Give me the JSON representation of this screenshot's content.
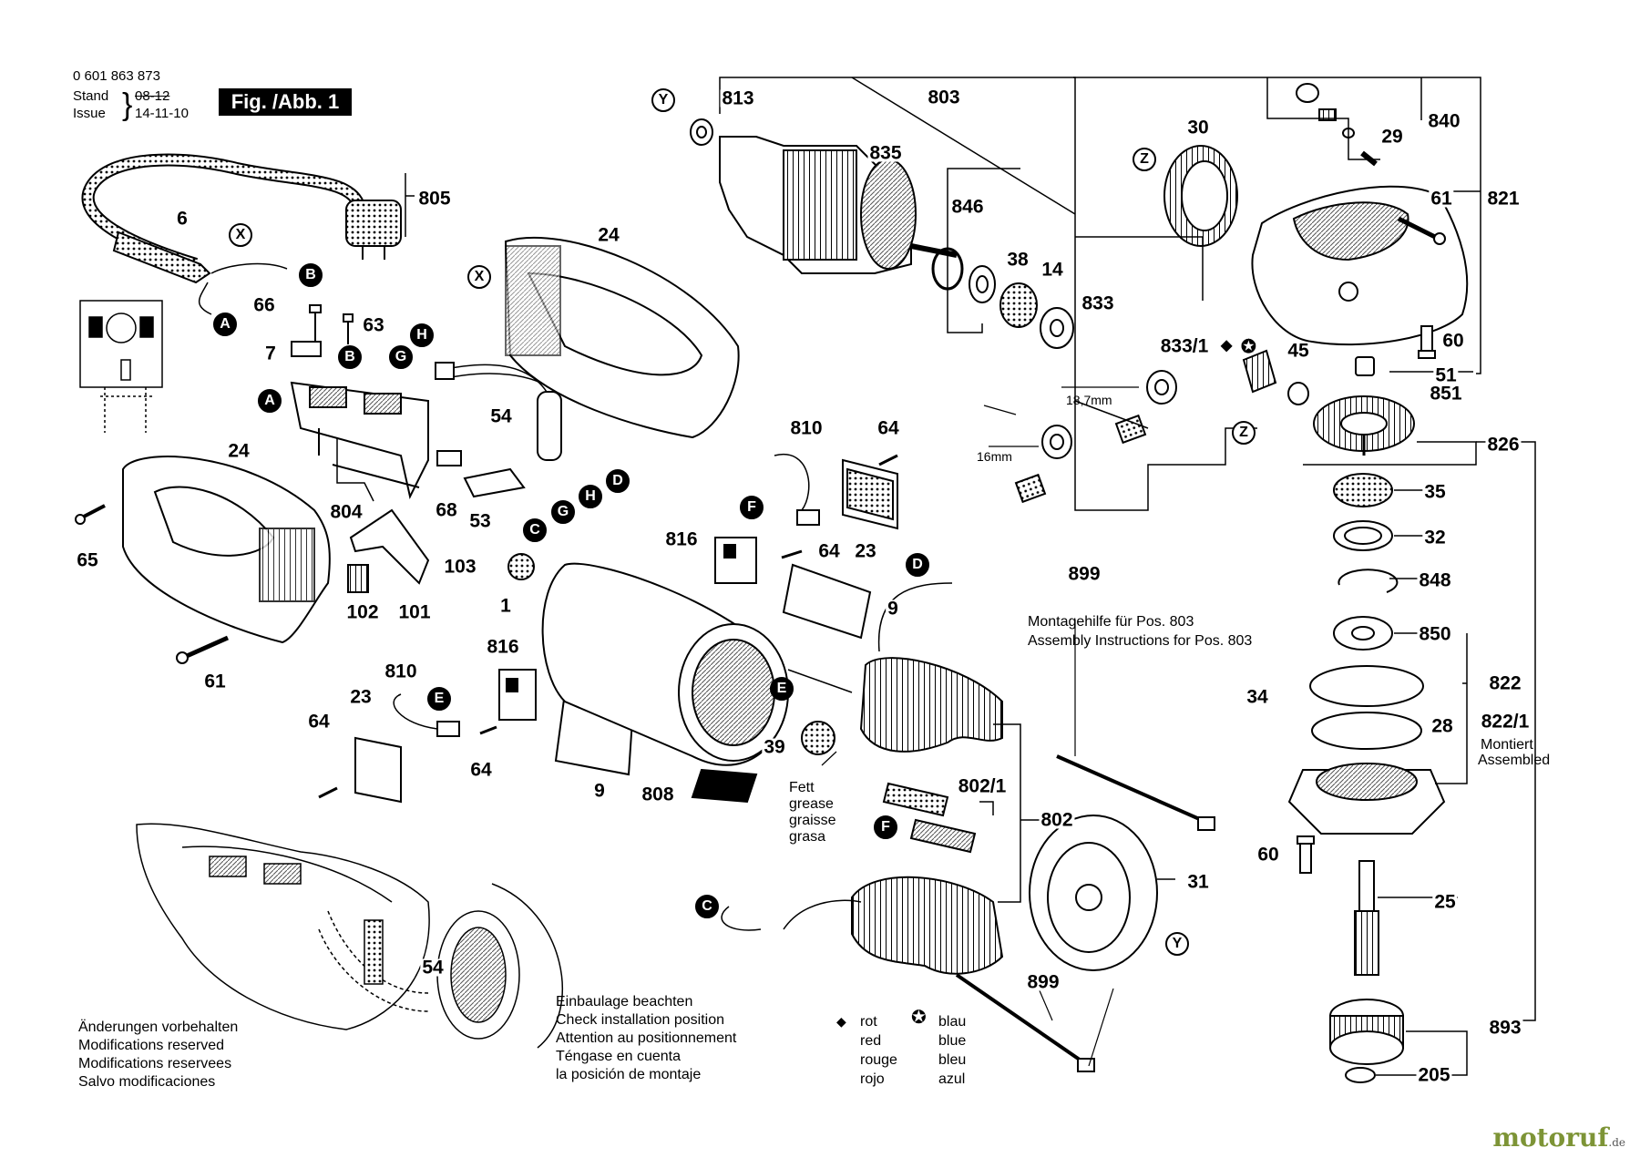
{
  "header": {
    "part_number": "0 601 863 873",
    "stand_label": "Stand",
    "stand_value": "08-12",
    "issue_label": "Issue",
    "issue_value": "14-11-10",
    "figure_label": "Fig. /Abb. 1"
  },
  "part_labels": [
    {
      "id": "805",
      "text": "805"
    },
    {
      "id": "6",
      "text": "6"
    },
    {
      "id": "24a",
      "text": "24"
    },
    {
      "id": "24b",
      "text": "24"
    },
    {
      "id": "66",
      "text": "66"
    },
    {
      "id": "63",
      "text": "63"
    },
    {
      "id": "7",
      "text": "7"
    },
    {
      "id": "54a",
      "text": "54"
    },
    {
      "id": "65",
      "text": "65"
    },
    {
      "id": "804",
      "text": "804"
    },
    {
      "id": "68",
      "text": "68"
    },
    {
      "id": "53",
      "text": "53"
    },
    {
      "id": "102",
      "text": "102"
    },
    {
      "id": "101",
      "text": "101"
    },
    {
      "id": "61a",
      "text": "61"
    },
    {
      "id": "103",
      "text": "103"
    },
    {
      "id": "1",
      "text": "1"
    },
    {
      "id": "810a",
      "text": "810"
    },
    {
      "id": "64a",
      "text": "64"
    },
    {
      "id": "816a",
      "text": "816"
    },
    {
      "id": "64b",
      "text": "64"
    },
    {
      "id": "23a",
      "text": "23"
    },
    {
      "id": "9a",
      "text": "9"
    },
    {
      "id": "810b",
      "text": "810"
    },
    {
      "id": "816b",
      "text": "816"
    },
    {
      "id": "23b",
      "text": "23"
    },
    {
      "id": "64c",
      "text": "64"
    },
    {
      "id": "64d",
      "text": "64"
    },
    {
      "id": "9b",
      "text": "9"
    },
    {
      "id": "808",
      "text": "808"
    },
    {
      "id": "39",
      "text": "39"
    },
    {
      "id": "813",
      "text": "813"
    },
    {
      "id": "803",
      "text": "803"
    },
    {
      "id": "835",
      "text": "835"
    },
    {
      "id": "846",
      "text": "846"
    },
    {
      "id": "38",
      "text": "38"
    },
    {
      "id": "14",
      "text": "14"
    },
    {
      "id": "833",
      "text": "833"
    },
    {
      "id": "833_1",
      "text": "833/1"
    },
    {
      "id": "30",
      "text": "30"
    },
    {
      "id": "840",
      "text": "840"
    },
    {
      "id": "29",
      "text": "29"
    },
    {
      "id": "61b",
      "text": "61"
    },
    {
      "id": "821",
      "text": "821"
    },
    {
      "id": "60a",
      "text": "60"
    },
    {
      "id": "45",
      "text": "45"
    },
    {
      "id": "51",
      "text": "51"
    },
    {
      "id": "851",
      "text": "851"
    },
    {
      "id": "826",
      "text": "826"
    },
    {
      "id": "35",
      "text": "35"
    },
    {
      "id": "32",
      "text": "32"
    },
    {
      "id": "848",
      "text": "848"
    },
    {
      "id": "850",
      "text": "850"
    },
    {
      "id": "822",
      "text": "822"
    },
    {
      "id": "34",
      "text": "34"
    },
    {
      "id": "28",
      "text": "28"
    },
    {
      "id": "822_1",
      "text": "822/1"
    },
    {
      "id": "60b",
      "text": "60"
    },
    {
      "id": "25",
      "text": "25"
    },
    {
      "id": "893",
      "text": "893"
    },
    {
      "id": "205",
      "text": "205"
    },
    {
      "id": "899a",
      "text": "899"
    },
    {
      "id": "899b",
      "text": "899"
    },
    {
      "id": "802_1",
      "text": "802/1"
    },
    {
      "id": "802",
      "text": "802"
    },
    {
      "id": "31",
      "text": "31"
    },
    {
      "id": "54b",
      "text": "54"
    }
  ],
  "callouts": [
    {
      "id": "X1",
      "text": "X"
    },
    {
      "id": "X2",
      "text": "X"
    },
    {
      "id": "B1",
      "text": "B"
    },
    {
      "id": "B2",
      "text": "B"
    },
    {
      "id": "A1",
      "text": "A"
    },
    {
      "id": "A2",
      "text": "A"
    },
    {
      "id": "H1",
      "text": "H"
    },
    {
      "id": "H2",
      "text": "H"
    },
    {
      "id": "G1",
      "text": "G"
    },
    {
      "id": "G2",
      "text": "G"
    },
    {
      "id": "C1",
      "text": "C"
    },
    {
      "id": "C2",
      "text": "C"
    },
    {
      "id": "D1",
      "text": "D"
    },
    {
      "id": "D2",
      "text": "D"
    },
    {
      "id": "F1",
      "text": "F"
    },
    {
      "id": "F2",
      "text": "F"
    },
    {
      "id": "E1",
      "text": "E"
    },
    {
      "id": "E2",
      "text": "E"
    },
    {
      "id": "Y1",
      "text": "Y"
    },
    {
      "id": "Y2",
      "text": "Y"
    },
    {
      "id": "Z1",
      "text": "Z"
    },
    {
      "id": "Z2",
      "text": "Z"
    }
  ],
  "dimensions": {
    "d1": "18,7mm",
    "d2": "16mm"
  },
  "side_notes": {
    "montiert": "Montiert",
    "assembled": "Assembled",
    "assembly_de": "Montagehilfe für Pos. 803",
    "assembly_en": "Assembly Instructions for Pos. 803",
    "fett": [
      "Fett",
      "grease",
      "graisse",
      "grasa"
    ]
  },
  "install_note": [
    "Einbaulage beachten",
    "Check installation position",
    "Attention au positionnement",
    "Téngase en cuenta",
    "la posición de montaje"
  ],
  "legend": {
    "red_words": [
      "rot",
      "red",
      "rouge",
      "rojo"
    ],
    "blue_words": [
      "blau",
      "blue",
      "bleu",
      "azul"
    ]
  },
  "modifications": [
    "Änderungen vorbehalten",
    "Modifications reserved",
    "Modifications reservees",
    "Salvo modificaciones"
  ],
  "watermark": {
    "brand": "motoruf",
    "suffix": ".de"
  }
}
